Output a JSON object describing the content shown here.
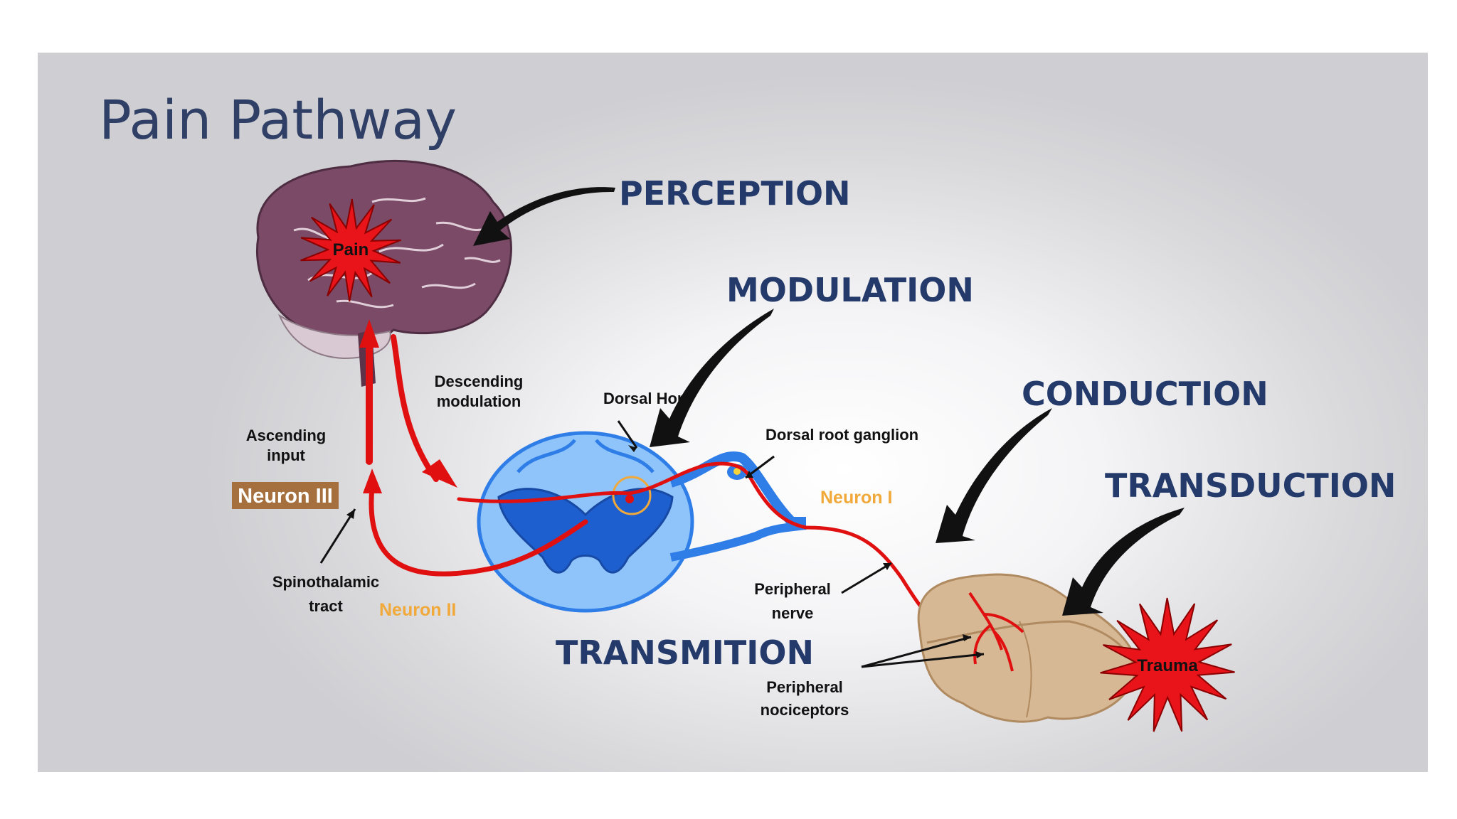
{
  "title": "Pain Pathway",
  "stages": {
    "perception": "PERCEPTION",
    "modulation": "MODULATION",
    "conduction": "CONDUCTION",
    "transduction": "TRANSDUCTION",
    "transmition": "TRANSMITION"
  },
  "labels": {
    "descending_1": "Descending",
    "descending_2": "modulation",
    "dorsal_horn": "Dorsal Horn",
    "drg": "Dorsal root ganglion",
    "ascending_1": "Ascending",
    "ascending_2": "input",
    "spino_1": "Spinothalamic",
    "spino_2": "tract",
    "periph_nerve_1": "Peripheral",
    "periph_nerve_2": "nerve",
    "nocic_1": "Peripheral",
    "nocic_2": "nociceptors"
  },
  "neurons": {
    "n1": "Neuron I",
    "n2": "Neuron II",
    "n3": "Neuron III"
  },
  "bursts": {
    "pain": "Pain",
    "trauma": "Trauma"
  },
  "colors": {
    "title": "#2f3f66",
    "stage_text": "#243a6b",
    "neuron_label": "#f0a93a",
    "neuron_box": "#a5703d",
    "brain": "#7a4a66",
    "spinal_cord": "#3f8cf0",
    "nerve": "#e01010",
    "burst": "#e8141a",
    "tissue": "#d7b894"
  }
}
